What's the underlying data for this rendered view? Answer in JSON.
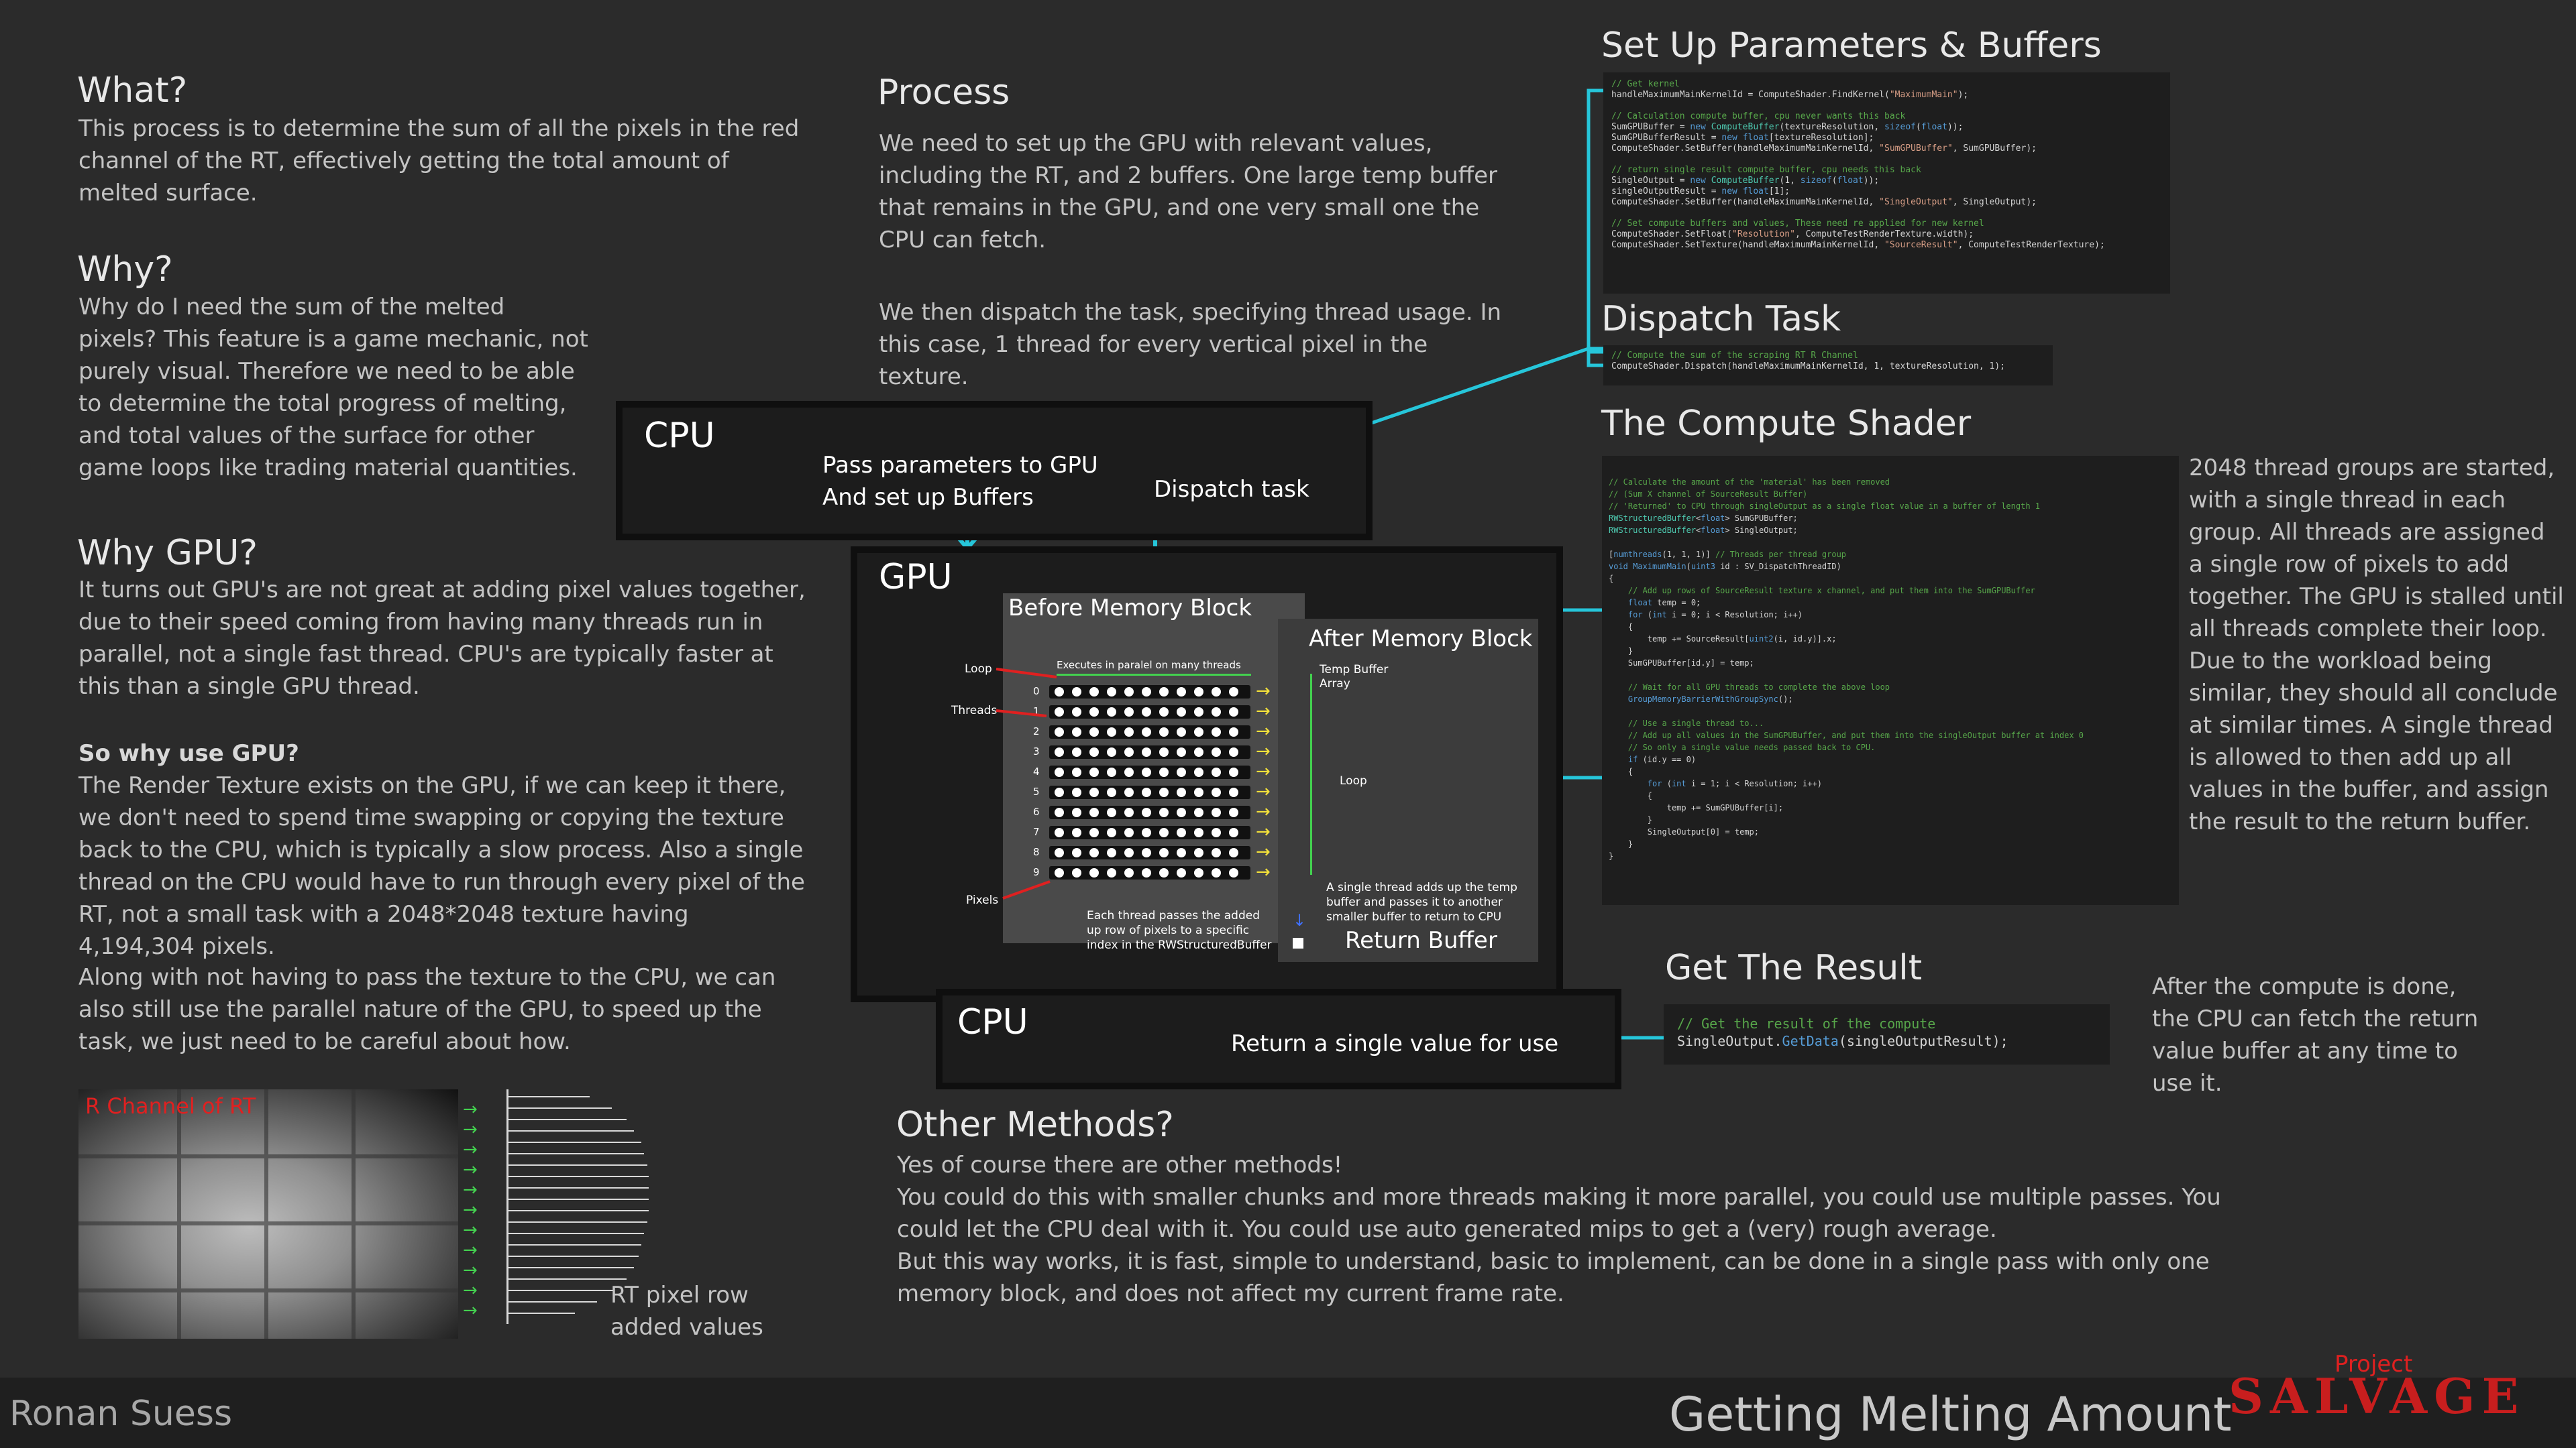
{
  "what": {
    "heading": "What?",
    "text": "This process is to determine the sum of all the pixels in the red channel of the RT, effectively getting the total amount of melted surface."
  },
  "why": {
    "heading": "Why?",
    "text": "Why do I need the sum of the melted pixels? This feature is a game mechanic, not purely visual. Therefore we need to be able to determine the total progress of melting, and total values of the surface for other game loops like trading material quantities."
  },
  "why_gpu": {
    "heading": "Why GPU?",
    "text": "It turns out GPU's are not great at adding pixel values together, due to their speed coming from having many threads run in parallel, not a single fast thread. CPU's are typically faster at this than a single GPU thread.",
    "sub_heading": "So why use GPU?",
    "sub_text": "The Render Texture exists on the GPU, if we can keep it there, we don't need to spend time swapping or copying the texture back to the CPU, which is typically a slow process. Also a single thread on the CPU would have to run through every pixel of the RT, not a small task with a 2048*2048 texture having 4,194,304 pixels.",
    "sub_text2": "Along with not having to pass the texture to the CPU, we can also still use the parallel nature of the GPU, to speed up the task, we just need to be careful about how."
  },
  "rt_image": {
    "label": "R Channel of RT",
    "rows_label": "RT pixel row added values",
    "row_fill": [
      0.55,
      0.7,
      0.8,
      0.85,
      0.9,
      0.92,
      0.94,
      0.95,
      0.95,
      0.95,
      0.95,
      0.94,
      0.92,
      0.9,
      0.88,
      0.85,
      0.8,
      0.72,
      0.6,
      0.45
    ]
  },
  "process": {
    "heading": "Process",
    "text1": "We need to set up the GPU with relevant values, including the RT, and 2 buffers. One large temp buffer that remains in the GPU, and one very small one the CPU can fetch.",
    "text2": "We then dispatch the task, specifying thread usage. In this case, 1 thread for every vertical pixel in the texture."
  },
  "diagram": {
    "cpu_label": "CPU",
    "cpu_pass": "Pass parameters to GPU\nAnd set up Buffers",
    "cpu_dispatch": "Dispatch task",
    "gpu_label": "GPU",
    "before_block": "Before Memory Block",
    "after_block": "After Memory Block",
    "executes_label": "Executes in paralel on many threads",
    "loop_label": "Loop",
    "threads_label": "Threads",
    "pixels_label": "Pixels",
    "thread_numbers": [
      "0",
      "1",
      "2",
      "3",
      "4",
      "5",
      "6",
      "7",
      "8",
      "9"
    ],
    "temp_buffer": "Temp Buffer\nArray",
    "loop_label2": "Loop",
    "each_thread": "Each thread passes the added up row of pixels to a specific index in the RWStructuredBuffer",
    "single_thread": "A single thread adds up the temp buffer and passes it to another smaller buffer to return to CPU",
    "return_buffer": "Return Buffer",
    "cpu2_label": "CPU",
    "cpu2_return": "Return a single value for use"
  },
  "setup": {
    "heading": "Set Up Parameters & Buffers"
  },
  "dispatch": {
    "heading": "Dispatch Task"
  },
  "compute": {
    "heading": "The Compute Shader",
    "text": "2048 thread groups are started, with a single thread in each group. All threads are assigned a single row of pixels to add together. The GPU is stalled until all threads complete their loop. Due to the workload being similar, they should all conclude at similar times. A single thread is allowed to then add up all values in the buffer, and assign the result to the return buffer."
  },
  "result": {
    "heading": "Get The Result",
    "text": "After the compute is done, the CPU can fetch the return value buffer at any time to use it."
  },
  "other": {
    "heading": "Other Methods?",
    "text": "Yes of course there are other methods!\nYou could do this with smaller chunks and more threads making it more parallel, you could use multiple passes. You could let the CPU deal with it. You could use auto generated mips to get a (very) rough average.\nBut this way works, it is fast, simple to understand, basic to implement, can be done in a single pass with only one memory block, and does not affect my current frame rate."
  },
  "footer": {
    "author": "Ronan Suess",
    "title": "Getting Melting Amount",
    "logo_small": "Project",
    "logo": "SALVAGE"
  },
  "colors": {
    "accent": "#26c6da",
    "red": "#e02020",
    "green": "#43d14f",
    "yellow": "#f5e23a"
  }
}
